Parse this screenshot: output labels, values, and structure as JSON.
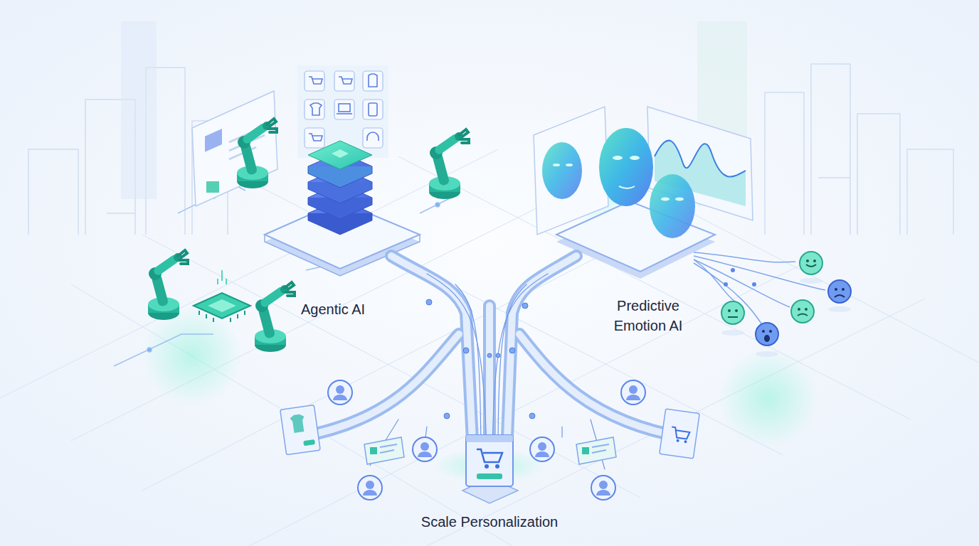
{
  "diagram": {
    "labels": [
      "Agentic AI",
      "Predictive Emotion AI",
      "Scale Personalization"
    ]
  }
}
